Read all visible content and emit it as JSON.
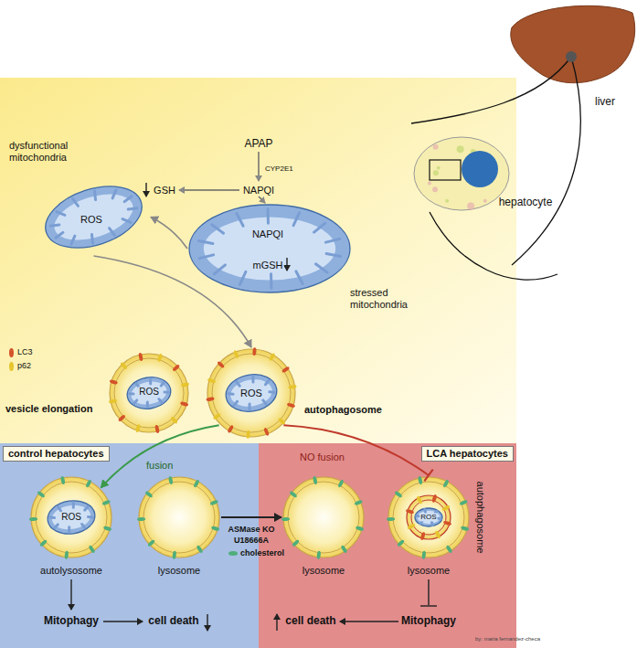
{
  "diagram": {
    "nodes": [
      {
        "text": [
          "NAPQI",
          "mGSH",
          "stressed mitochondria"
        ]
      },
      {
        "text": [
          "dysfunctional mitochondria",
          "ROS"
        ]
      },
      {
        "text": [
          "ROS",
          "vesicle elongation"
        ]
      },
      {
        "text": [
          "ROS",
          "autophagosome"
        ]
      },
      {
        "text": [
          "control hepatocytes"
        ]
      },
      {
        "text": [
          "ROS",
          "autolysosome"
        ],
        "in": 4
      },
      {
        "text": [
          "lysosome"
        ],
        "in": 4
      },
      {
        "text": [
          "LCA hepatocytes"
        ]
      },
      {
        "text": [
          "lysosome"
        ],
        "in": 7
      },
      {
        "text": [
          "ROS",
          "lysosome",
          "autophagosome"
        ],
        "in": 7
      }
    ],
    "edges": [
      {
        "from": 0,
        "to": 1,
        "arrow": "to"
      },
      {
        "from": 1,
        "to": 3,
        "arrow": "to"
      },
      {
        "from": 3,
        "to": 5,
        "label": "fusion",
        "arrow": "to"
      },
      {
        "from": 3,
        "to": 9,
        "label": "NO fusion",
        "arrow": "none"
      },
      {
        "from": 6,
        "to": 8,
        "arrow": "to"
      }
    ],
    "labels": [
      "APAP",
      "CYP2E1",
      "NAPQI",
      "GSH",
      "ASMase KO",
      "U18666A",
      "Mitophagy",
      "cell death",
      "Mitophagy",
      "cell death",
      "liver",
      "hepatocyte",
      "by: maria fernandez-checa"
    ],
    "legend": [
      {
        "text": "LC3",
        "color": "#d4532a"
      },
      {
        "text": "p62",
        "color": "#e6c52e"
      },
      {
        "text": "cholesterol",
        "color": "#4fae7c"
      }
    ]
  }
}
